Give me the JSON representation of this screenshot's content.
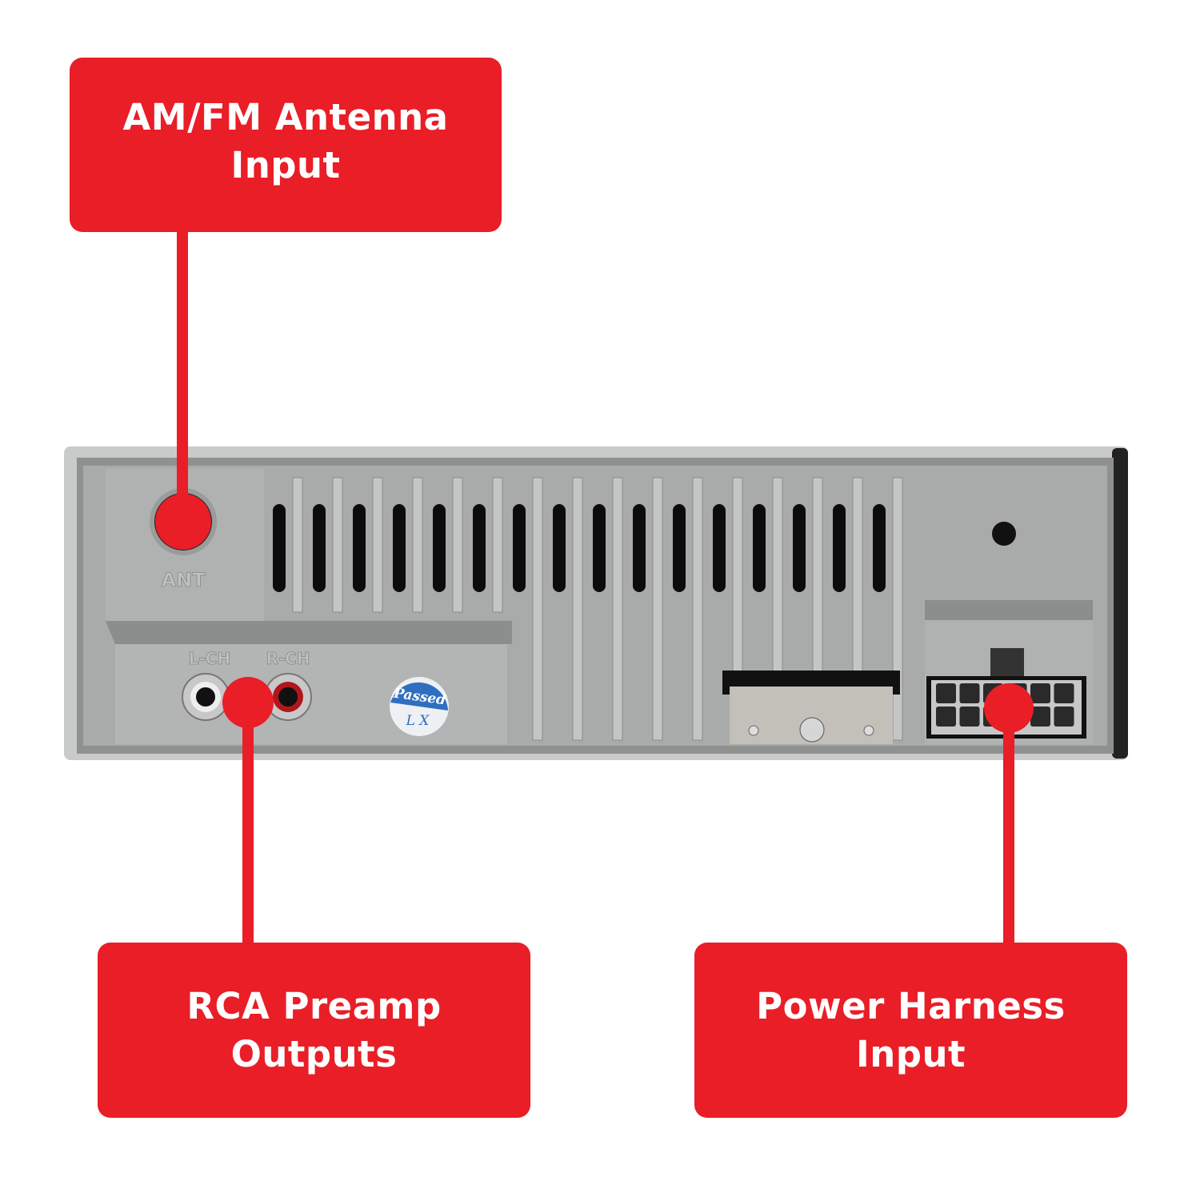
{
  "callouts": {
    "antenna": {
      "line1": "AM/FM Antenna",
      "line2": "Input"
    },
    "rca": {
      "line1": "RCA Preamp",
      "line2": "Outputs"
    },
    "power": {
      "line1": "Power Harness",
      "line2": "Input"
    }
  },
  "device_labels": {
    "antenna": "ANT",
    "left_channel": "L-CH",
    "right_channel": "R-CH",
    "sticker_top": "Passed",
    "sticker_bottom": "L X"
  },
  "colors": {
    "accent": "#e91e27",
    "panel": "#a9aaaa",
    "sticker": "#2f6fbf"
  }
}
